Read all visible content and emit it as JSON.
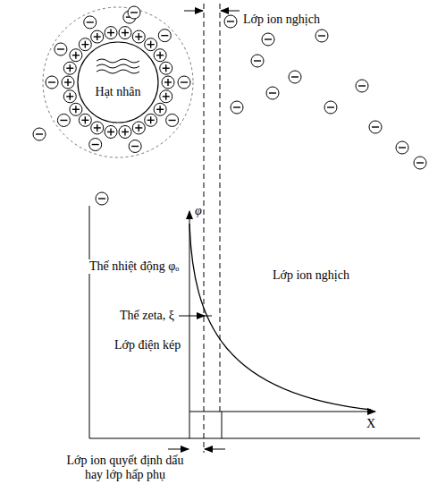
{
  "diagram": {
    "nodes": [
      {
        "text": [
          "Hạt nhân"
        ]
      }
    ],
    "labels": [
      "Lớp ion nghịch",
      "φ",
      "Thế nhiệt động φₒ",
      "Lớp ion nghịch",
      "Thế zeta, ξ",
      "Lớp điện kép",
      "X",
      "Lớp ion quyết định dấu hay lớp hấp phụ"
    ]
  }
}
